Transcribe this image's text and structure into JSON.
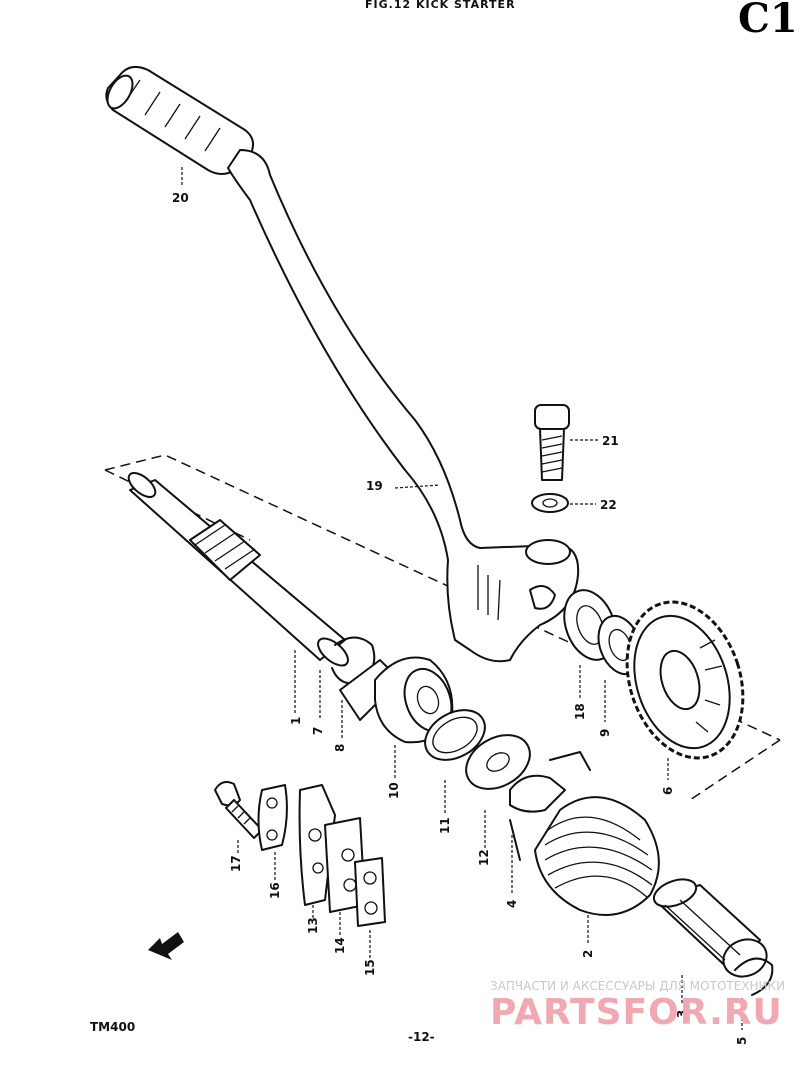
{
  "header": {
    "figure_title": "FIG.12  KICK STARTER",
    "section_badge": "C1"
  },
  "footer": {
    "model": "TM400",
    "page_number": "-12-"
  },
  "watermark": {
    "caption": "ЗАПЧАСТИ И АКСЕССУАРЫ ДЛЯ МОТОТЕХНИКИ",
    "logo_text": "PARTSFOR.RU",
    "color": "#f2a8b0"
  },
  "parts": [
    {
      "callout": "1"
    },
    {
      "callout": "2"
    },
    {
      "callout": "3"
    },
    {
      "callout": "4"
    },
    {
      "callout": "5"
    },
    {
      "callout": "6"
    },
    {
      "callout": "7"
    },
    {
      "callout": "8"
    },
    {
      "callout": "9"
    },
    {
      "callout": "10"
    },
    {
      "callout": "11"
    },
    {
      "callout": "12"
    },
    {
      "callout": "13"
    },
    {
      "callout": "14"
    },
    {
      "callout": "15"
    },
    {
      "callout": "16"
    },
    {
      "callout": "17"
    },
    {
      "callout": "18"
    },
    {
      "callout": "19"
    },
    {
      "callout": "20"
    },
    {
      "callout": "21"
    },
    {
      "callout": "22"
    }
  ],
  "icons": {
    "direction_arrow": "front-arrow-icon"
  }
}
